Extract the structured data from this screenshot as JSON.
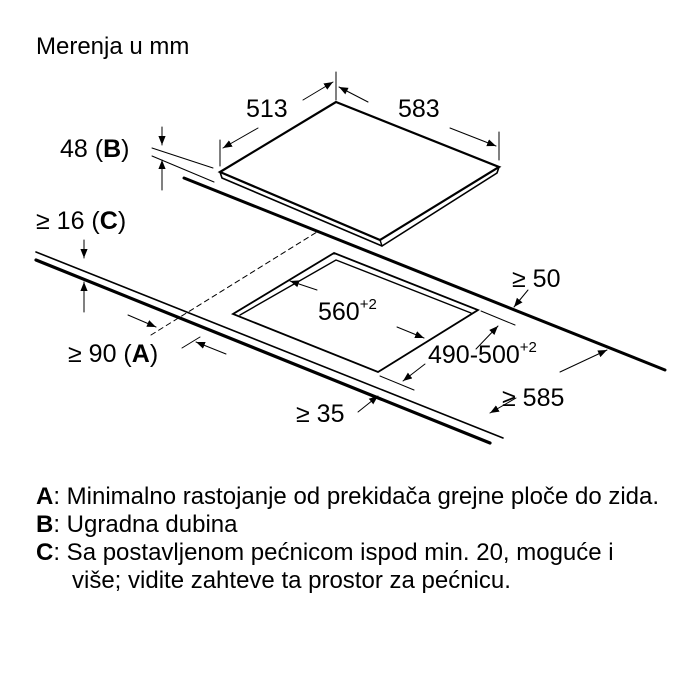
{
  "title": "Merenja u mm",
  "dimensions": {
    "hob_depth": "513",
    "hob_width": "583",
    "b_value": "48",
    "b_key": "B",
    "c_value": "≥ 16",
    "c_key": "C",
    "a_value": "≥ 90",
    "a_key": "A",
    "cutout_width": "560",
    "cutout_width_tol": "+2",
    "cutout_depth": "490-500",
    "cutout_depth_tol": "+2",
    "rear_gap": "≥ 50",
    "front_gap": "≥ 35",
    "worktop_depth": "≥ 585"
  },
  "notes": [
    {
      "key": "A",
      "text": ": Minimalno rastojanje od prekidača grejne ploče do zida."
    },
    {
      "key": "B",
      "text": ": Ugradna dubina"
    },
    {
      "key": "C",
      "text": ": Sa postavljenom pećnicom ispod min. 20, moguće i više; vidite zahteve ta prostor za pećnicu."
    }
  ]
}
